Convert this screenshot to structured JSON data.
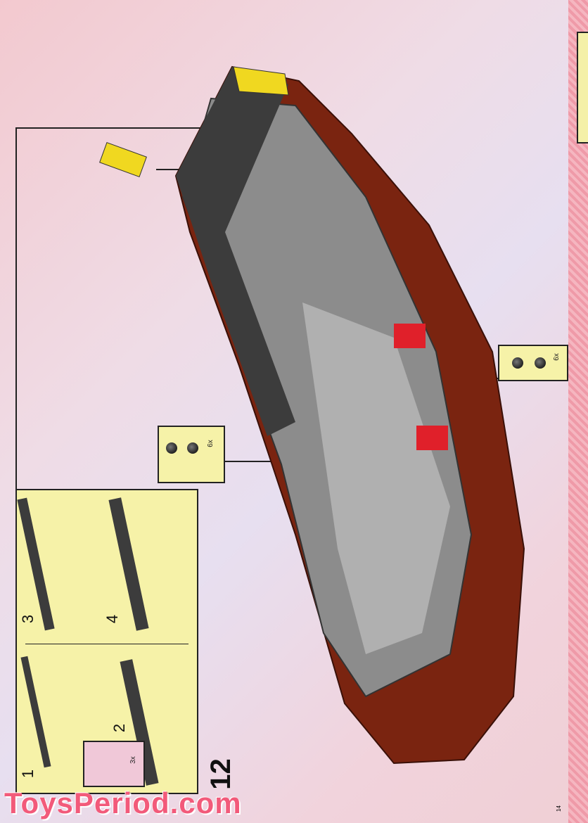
{
  "step_number": "12",
  "substeps": [
    "1",
    "2",
    "3",
    "4"
  ],
  "callouts": {
    "sub_parts_qty": "3x",
    "left_studs_qty": "6x",
    "right_studs_qty": "6x"
  },
  "page_number": "14",
  "watermark": "ToysPeriod.com",
  "colors": {
    "hull": "#7a2410",
    "deck": "#8c8c8c",
    "dark_bricks": "#3c3c3c",
    "accent": "#f0d820",
    "callout_bg": "#f6f2a8",
    "watermark": "#f25a7a"
  }
}
